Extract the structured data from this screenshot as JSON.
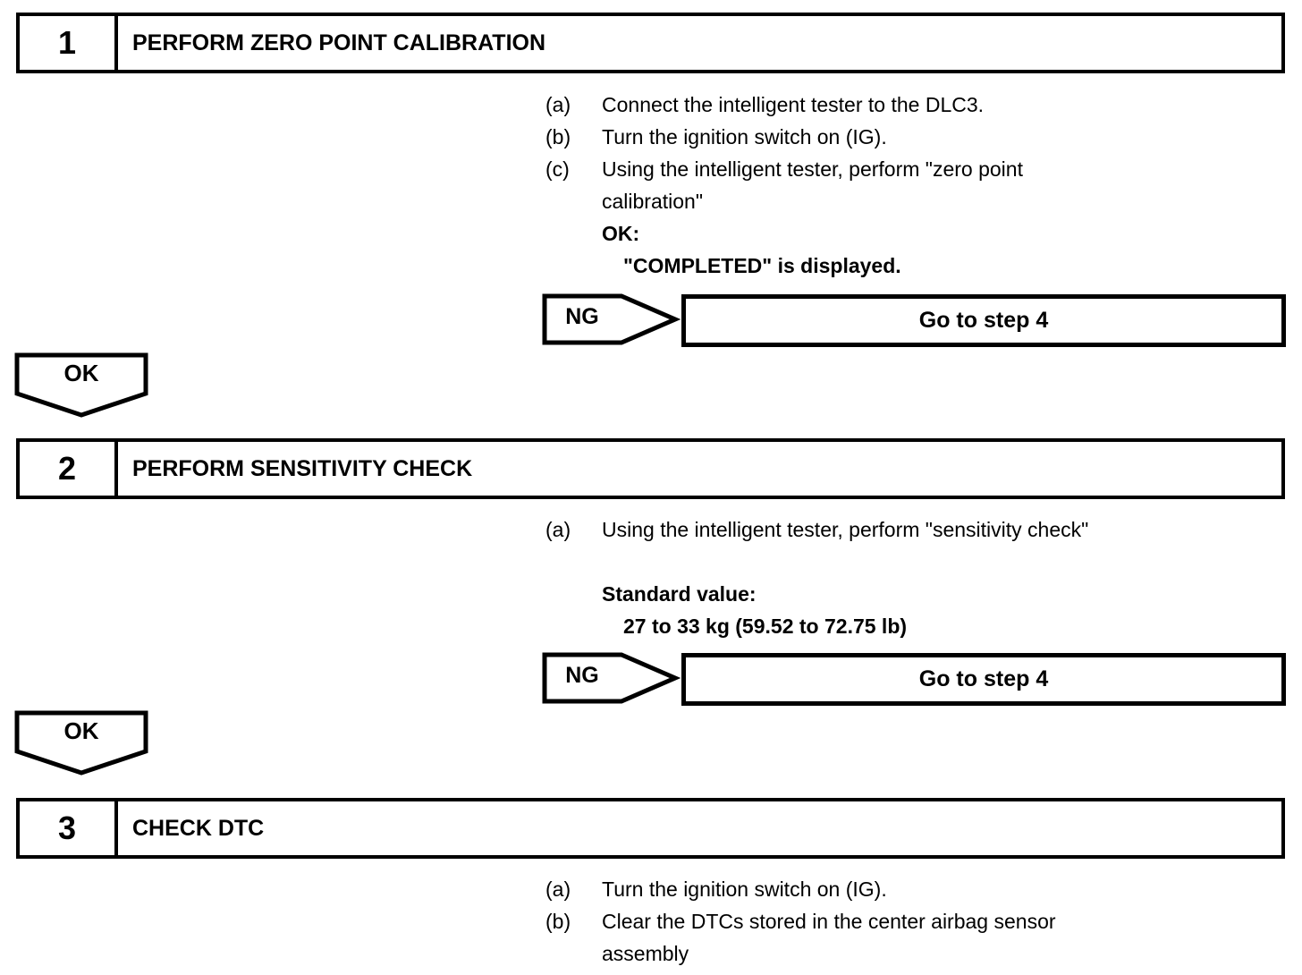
{
  "flowchart": {
    "colors": {
      "line": "#000000",
      "background": "#ffffff"
    },
    "steps": [
      {
        "number": "1",
        "title": "PERFORM ZERO POINT CALIBRATION",
        "substeps": [
          {
            "label": "(a)",
            "text": "Connect the intelligent tester to the DLC3."
          },
          {
            "label": "(b)",
            "text": "Turn the ignition switch on (IG)."
          },
          {
            "label": "(c)",
            "text": "Using the intelligent tester, perform \"zero point"
          },
          {
            "label": "",
            "text": "calibration\""
          }
        ],
        "ok_spec": {
          "heading": "OK:",
          "value": "\"COMPLETED\" is displayed."
        },
        "ng": {
          "label": "NG",
          "action": "Go to step 4"
        },
        "ok_label": "OK"
      },
      {
        "number": "2",
        "title": "PERFORM SENSITIVITY CHECK",
        "substeps": [
          {
            "label": "(a)",
            "text": "Using the intelligent tester, perform \"sensitivity check\""
          }
        ],
        "standard": {
          "heading": "Standard value:",
          "value": "27 to 33 kg (59.52 to 72.75 lb)"
        },
        "ng": {
          "label": "NG",
          "action": "Go to step 4"
        },
        "ok_label": "OK"
      },
      {
        "number": "3",
        "title": "CHECK DTC",
        "substeps": [
          {
            "label": "(a)",
            "text": "Turn the ignition switch on (IG)."
          },
          {
            "label": "(b)",
            "text": "Clear the DTCs stored in the center airbag sensor"
          },
          {
            "label": "",
            "text": "assembly"
          }
        ]
      }
    ]
  }
}
